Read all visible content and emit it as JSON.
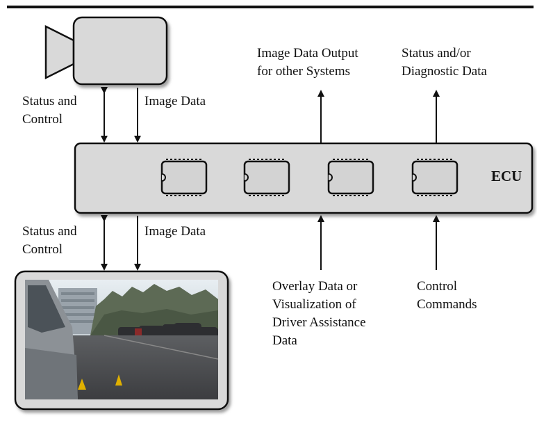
{
  "labels": {
    "camera_status_control": [
      "Status and",
      "Control"
    ],
    "camera_image_data": "Image Data",
    "display_status_control": [
      "Status and",
      "Control"
    ],
    "display_image_data": "Image Data",
    "image_output": [
      "Image Data Output",
      "for other Systems"
    ],
    "status_diagnostic": [
      "Status and/or",
      "Diagnostic Data"
    ],
    "overlay_data": [
      "Overlay Data or",
      "Visualization of",
      "Driver Assistance",
      "Data"
    ],
    "control_commands": [
      "Control",
      "Commands"
    ],
    "ecu": "ECU"
  },
  "colors": {
    "box_fill": "#d9d9d9",
    "stroke": "#111111",
    "chip_fill": "#d3d3d3"
  },
  "icons": [
    "camera-icon",
    "chip-icon",
    "display-icon"
  ]
}
